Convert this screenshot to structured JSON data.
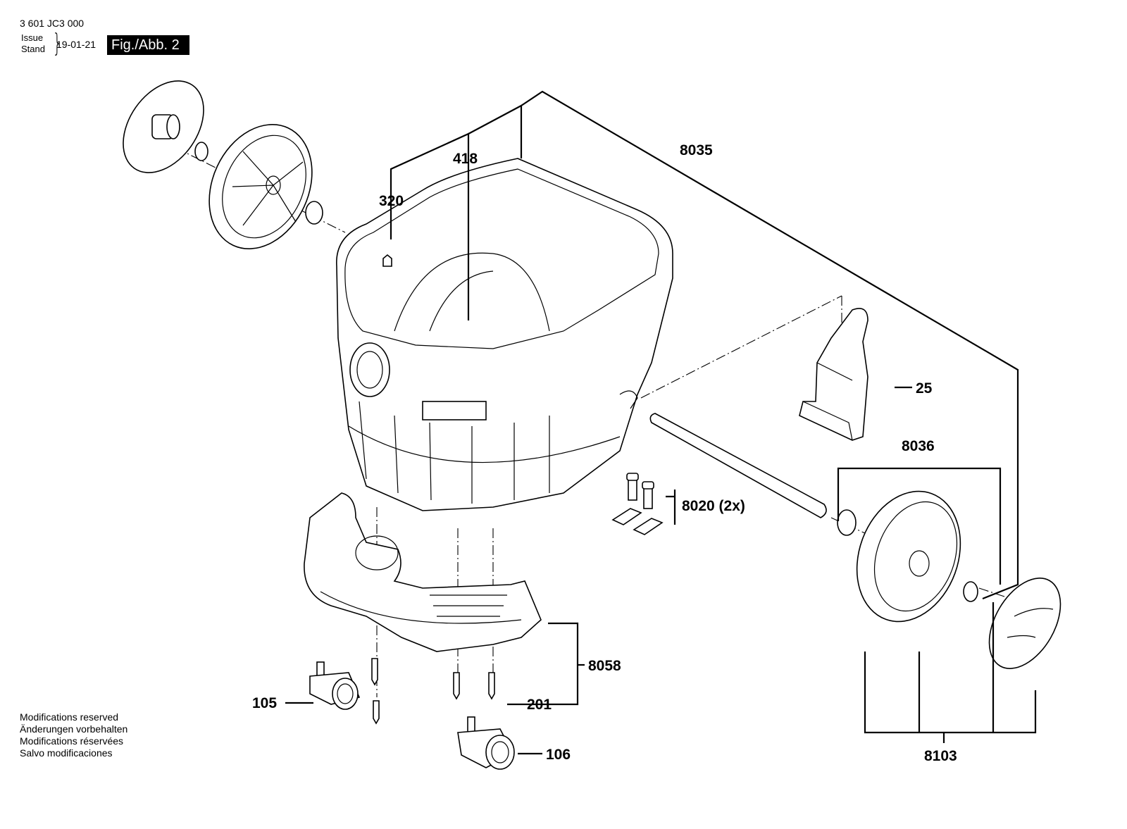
{
  "header": {
    "code": "3 601 JC3 000",
    "issue_label": "Issue",
    "stand_label": "Stand",
    "brace": "}",
    "date": "19-01-21",
    "figure": "Fig./Abb. 2"
  },
  "parts": {
    "p8035": "8035",
    "p418": "418",
    "p320": "320",
    "p25": "25",
    "p8036": "8036",
    "p8020": "8020 (2x)",
    "p8058": "8058",
    "p105": "105",
    "p201": "201",
    "p106": "106",
    "p8103": "8103"
  },
  "notes": [
    "Modifications reserved",
    "Änderungen vorbehalten",
    "Modifications réservées",
    "Salvo modificaciones"
  ]
}
